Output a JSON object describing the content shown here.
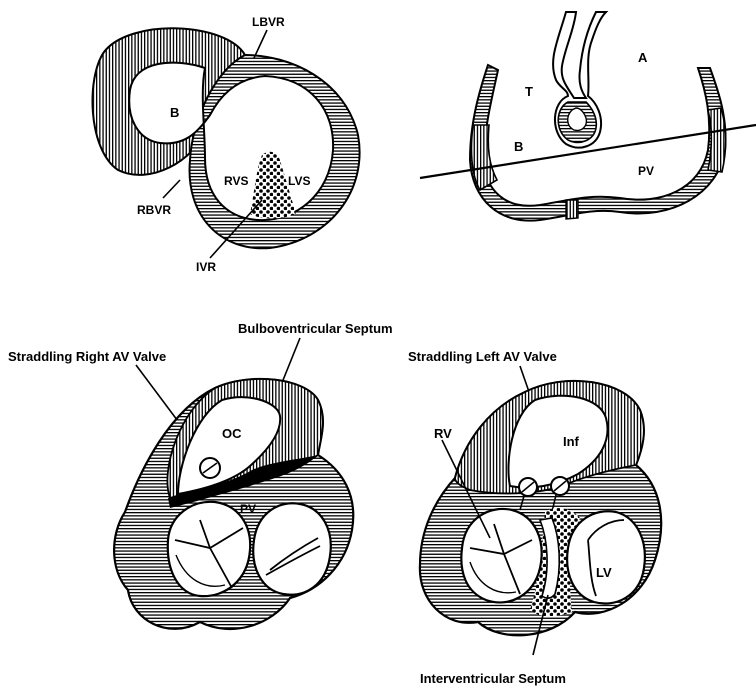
{
  "colors": {
    "ink": "#000000",
    "paper": "#ffffff"
  },
  "panel_top_left": {
    "label_b": "B",
    "label_lbvr": "LBVR",
    "label_rbvr": "RBVR",
    "label_rvs": "RVS",
    "label_lvs": "LVS",
    "label_ivr": "IVR"
  },
  "panel_top_right": {
    "label_a": "A",
    "label_t": "T",
    "label_b": "B",
    "label_pv": "PV"
  },
  "panel_bottom_left": {
    "title_septum": "Bulboventricular Septum",
    "title_valve": "Straddling  Right  AV  Valve",
    "label_oc": "OC",
    "label_pv": "PV"
  },
  "panel_bottom_right": {
    "title_valve": "Straddling  Left  AV  Valve",
    "label_rv": "RV",
    "label_inf": "Inf",
    "label_lv": "LV",
    "caption_septum": "Interventricular  Septum"
  }
}
